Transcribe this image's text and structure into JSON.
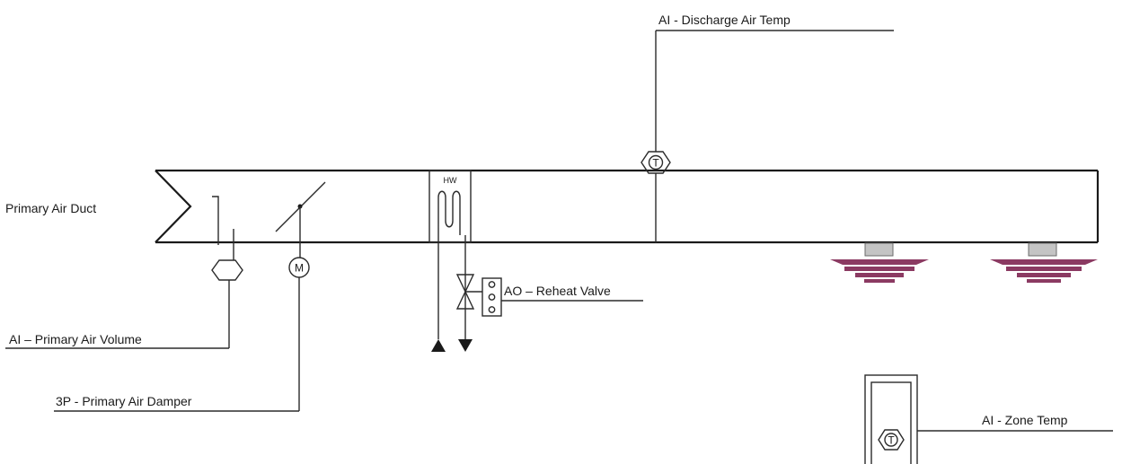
{
  "labels": {
    "primary_air_duct": "Primary Air  Duct",
    "discharge_air_temp": "AI - Discharge Air Temp",
    "reheat_valve": "AO – Reheat Valve",
    "primary_air_volume": "AI – Primary Air Volume",
    "primary_air_damper": "3P - Primary Air Damper",
    "zone_temp": "AI - Zone Temp"
  },
  "symbols": {
    "hot_water_coil": "HW",
    "temp_sensor": "T",
    "motor": "M"
  },
  "colors": {
    "line": "#2b2b2b",
    "diffuser": "#8b3a62",
    "diffuser_neck": "#c4c4c4"
  }
}
